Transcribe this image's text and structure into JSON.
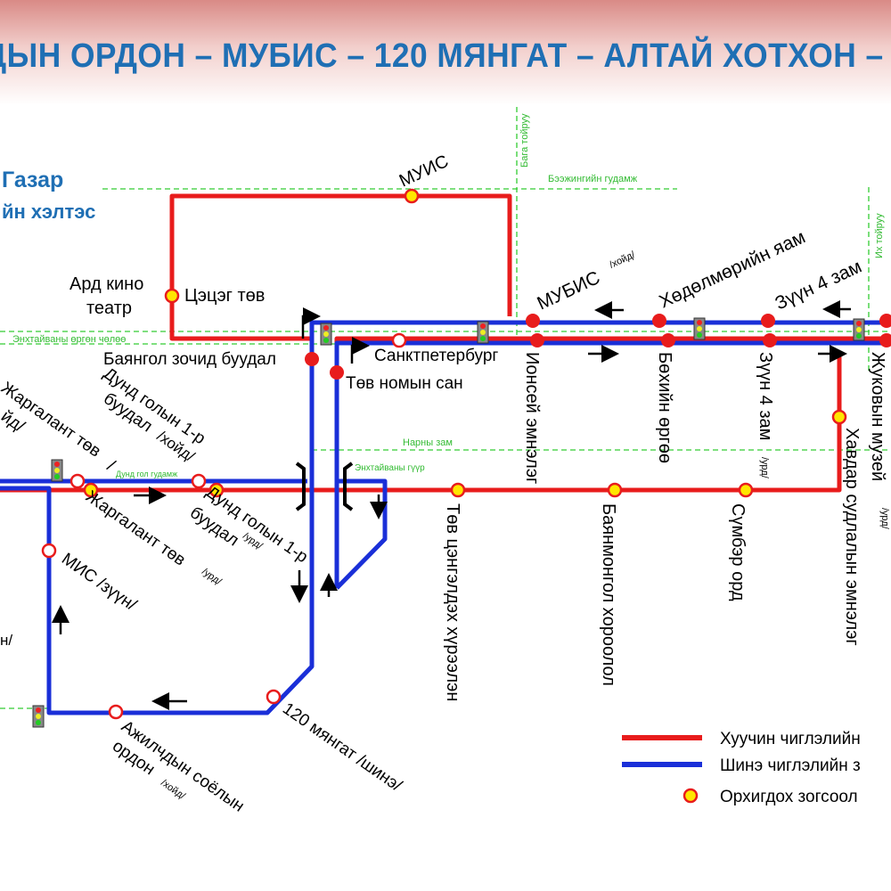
{
  "title": "ДЫН ОРДОН – МУБИС – 120 МЯНГАТ – АЛТАЙ ХОТХОН – М",
  "organization": {
    "line1": "Газар",
    "line2": "йн хэлтэс"
  },
  "colors": {
    "old_route": "#e81c1c",
    "new_route": "#1a2fd8",
    "stop_fill": "#ffe600",
    "title": "#1f6fb4",
    "street": "#33bb33"
  },
  "streets": {
    "baga_toiruu": "Бага тойруу",
    "beejingiin": "Бээжингийн гудамж",
    "ikh_toiruu": "Их тойруу",
    "enkhtaivan": "Энхтайваны өргөн чөлөө",
    "narny_zam": "Нарны зам",
    "enkhtaivan_guur": "Энхтайваны гүүр",
    "dund_gol": "Дунд гол гудамж"
  },
  "stops": {
    "muis": "МУИС",
    "ard_kino": "Ард кино",
    "teatr": "театр",
    "tsetseg_tuv": "Цэцэг төв",
    "bayangol_hotel": "Баянгол зочид буудал",
    "sanktpeterburg": "Санктпетербург",
    "tuv_nomyn_san": "Төв номын сан",
    "mubis": "МУБИС",
    "mubis_note": "/хойд/",
    "khudulmuriin": "Хөдөлмөрийн яам",
    "zuun4_top": "Зүүн 4 зам",
    "ionsei": "Ионсей эмнэлэг",
    "bekhiin": "Бөхийн өргөө",
    "zuun4": "Зүүн 4 зам",
    "zuun4_note": "/урд/",
    "zhukov": "Жуковын музей",
    "zhukov_note": "/урд/",
    "khavdar": "Хавдар судлалын эмнэлэг",
    "sumber": "Сүмбэр орд",
    "bayanmongol": "Баянмонгол хороолол",
    "tuv_tsengeldekh": "Төв цэнгэлдэх хүрээлэн",
    "dund_gol_n1": "Дунд голын 1-р",
    "dund_gol_n2": "буудал",
    "dund_gol_n_note": "/хойд/",
    "dund_gol_s1": "Дунд голын 1-р",
    "dund_gol_s2": "буудал",
    "dund_gol_s_note": "/урд/",
    "jargalant_n": "Жаргалант төв",
    "jargalant_n_note": "/",
    "jargalant_s": "Жаргалант төв",
    "jargalant_s_note": "/урд/",
    "mis": "МИС /зүүн/",
    "mangat120": "120 мянгат /шинэ/",
    "ajilchdyn1": "Ажилчдын соёлын",
    "ajilchdyn2": "ордон",
    "ajilchdyn_note": "/хойд/",
    "left_edge": "н/",
    "left_edge2": "йд/"
  },
  "legend": {
    "old": "Хуучин чиглэлийн",
    "new": "Шинэ чиглэлийн з",
    "stop": "Орхигдох зогсоол"
  }
}
